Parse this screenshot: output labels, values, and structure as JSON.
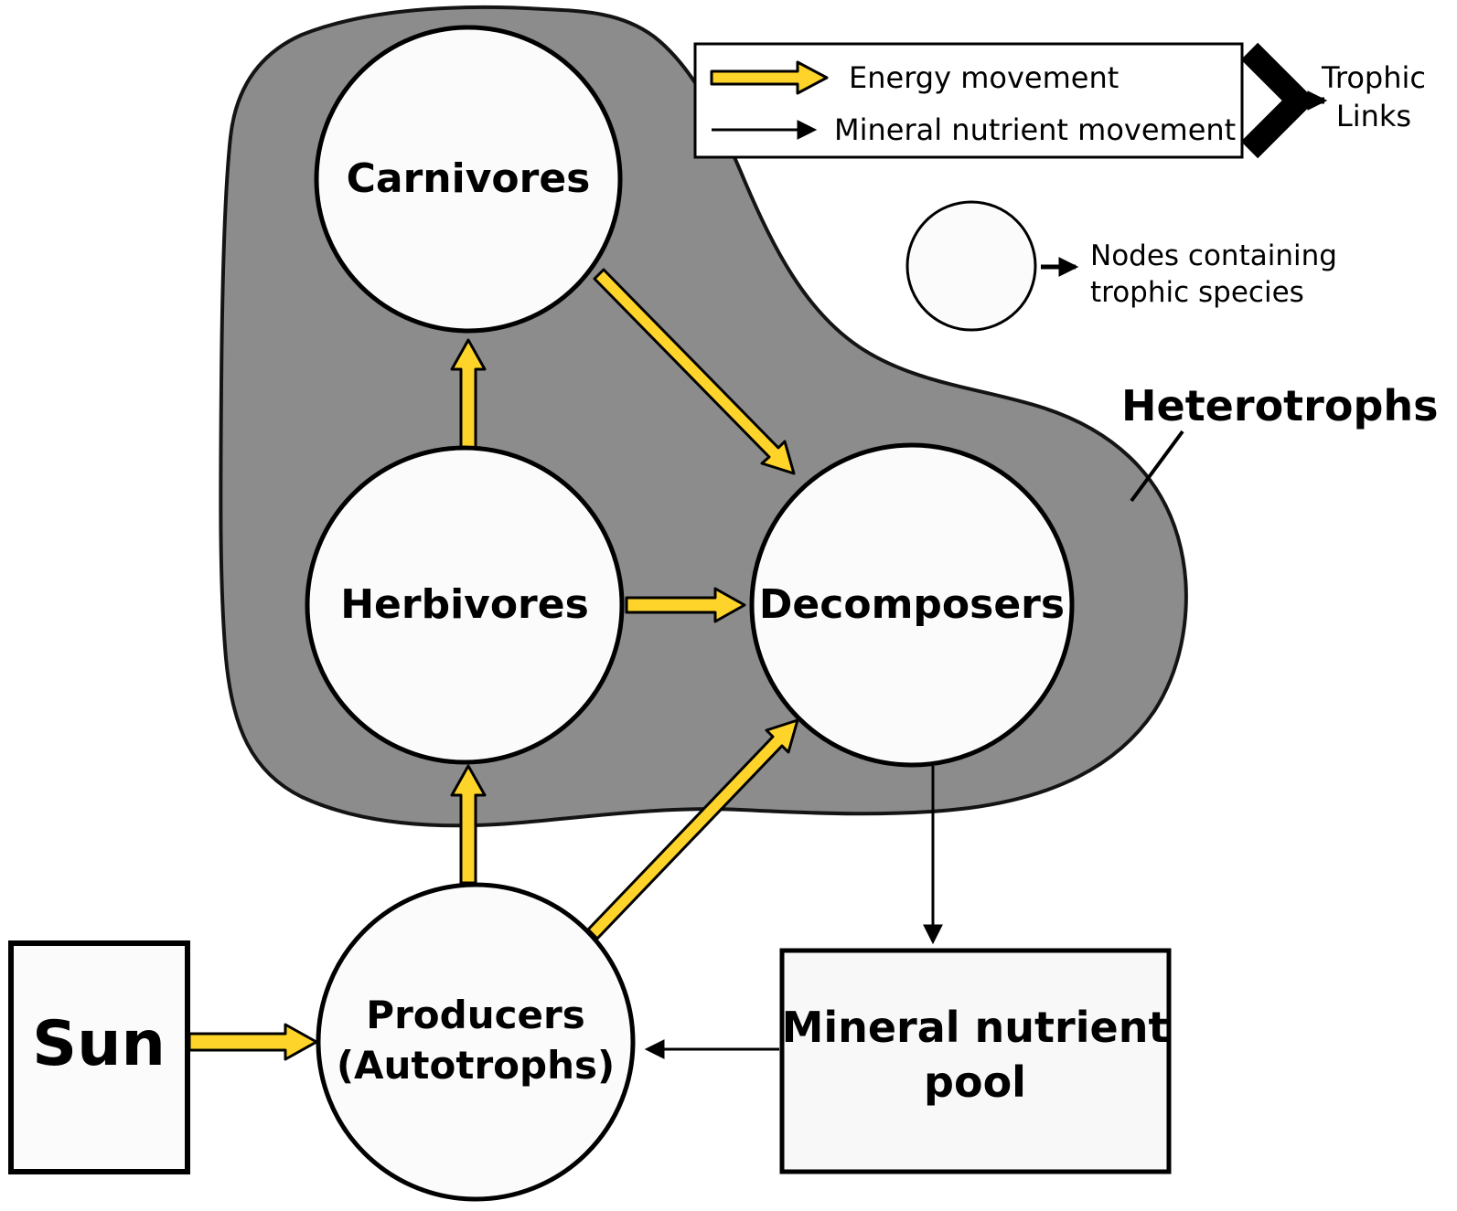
{
  "nodes": {
    "carnivores": "Carnivores",
    "herbivores": "Herbivores",
    "decomposers": "Decomposers",
    "producers_l1": "Producers",
    "producers_l2": "(Autotrophs)",
    "sun": "Sun",
    "mineral_l1": "Mineral nutrient",
    "mineral_l2": "pool"
  },
  "regions": {
    "heterotrophs": "Heterotrophs"
  },
  "legend": {
    "energy": "Energy movement",
    "mineral": "Mineral nutrient movement",
    "trophic_l1": "Trophic",
    "trophic_l2": "Links",
    "nodes_l1": "Nodes containing",
    "nodes_l2": "trophic species"
  },
  "edges": {
    "energy_movement": [
      {
        "from": "Sun",
        "to": "Producers (Autotrophs)"
      },
      {
        "from": "Producers (Autotrophs)",
        "to": "Herbivores"
      },
      {
        "from": "Herbivores",
        "to": "Carnivores"
      },
      {
        "from": "Carnivores",
        "to": "Decomposers"
      },
      {
        "from": "Herbivores",
        "to": "Decomposers"
      },
      {
        "from": "Producers (Autotrophs)",
        "to": "Decomposers"
      }
    ],
    "mineral_nutrient_movement": [
      {
        "from": "Decomposers",
        "to": "Mineral nutrient pool"
      },
      {
        "from": "Mineral nutrient pool",
        "to": "Producers (Autotrophs)"
      }
    ]
  },
  "colors": {
    "energy": "#FFD42A",
    "region": "#8C8C8C",
    "node_fill": "#FBFBFB"
  }
}
